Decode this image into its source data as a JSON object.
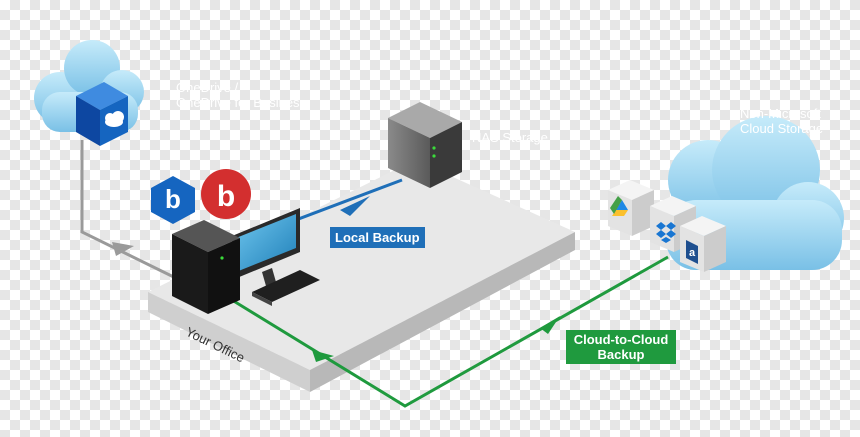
{
  "labels": {
    "onedrive_line1": "OneDrive /",
    "onedrive_line2": "OneDrive for Business",
    "nas": "NAS Storage",
    "non_ms_line1": "Non-Microsoft",
    "non_ms_line2": "Cloud Storage",
    "office": "Your Office",
    "local_backup": "Local Backup",
    "cloud_backup_line1": "Cloud-to-Cloud",
    "cloud_backup_line2": "Backup"
  },
  "colors": {
    "local_arrow": "#1f6fb8",
    "cloud_arrow": "#1f9a3e",
    "onedrive_arrow": "#9a9a9a",
    "cloud_fill": "#a6d8f0",
    "onedrive_box": "#1565c0",
    "logo_blue": "#1565c0",
    "logo_red": "#d32f2f"
  },
  "icons": [
    "onedrive-icon",
    "google-drive-icon",
    "dropbox-icon",
    "amazon-icon",
    "backupify-logo-blue",
    "backupify-logo-red"
  ]
}
